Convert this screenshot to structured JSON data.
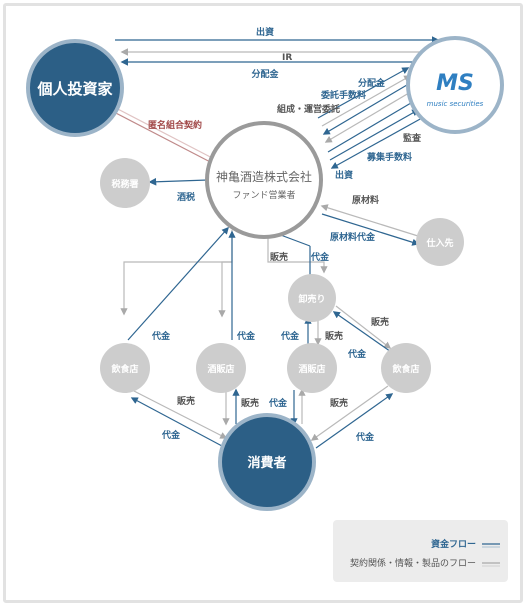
{
  "colors": {
    "dark_blue": "#2c5f86",
    "ms_border": "#9cb4c8",
    "hub_border": "#9a9a9a",
    "gray_node": "#cdcdcd",
    "money_line": "#2f6691",
    "product_line": "#b9b9b9",
    "contract_line": "#c08a8a"
  },
  "nodes": {
    "investor": "個人投資家",
    "ms_logo": "MS",
    "ms_name": "music securities",
    "hub_title": "神亀酒造株式会社",
    "hub_sub": "ファンド営業者",
    "tax": "税務署",
    "supplier": "仕入先",
    "wholesale": "卸売り",
    "restaurant_left": "飲食店",
    "liquor_left": "酒販店",
    "liquor_right": "酒販店",
    "restaurant_right": "飲食店",
    "consumer": "消費者"
  },
  "labels": {
    "shusshi_top": "出資",
    "ir": "IR",
    "bunpai_top": "分配金",
    "tokumei": "匿名組合契約",
    "bunpai_right": "分配金",
    "itaku": "委託手数料",
    "kumisei": "組成・運営委託",
    "kansa": "監査",
    "boshu": "募集手数料",
    "shusshi_right": "出資",
    "shuzei": "酒税",
    "genzairyo": "原材料",
    "genzairyo_daikin": "原材料代金",
    "hanbai_hub": "販売",
    "daikin_hub": "代金",
    "daikin_rl": "代金",
    "daikin_ll": "代金",
    "daikin_w_left": "代金",
    "hanbai_w_mid": "販売",
    "hanbai_w_right": "販売",
    "daikin_w_right": "代金",
    "hanbai_c_left": "販売",
    "daikin_c_left": "代金",
    "hanbai_c_mid": "販売",
    "daikin_c_mid": "代金",
    "hanbai_c_right": "販売",
    "daikin_c_right": "代金"
  },
  "legend": {
    "money_flow": "資金フロー",
    "info_flow": "契約関係・情報・製品のフロー"
  }
}
